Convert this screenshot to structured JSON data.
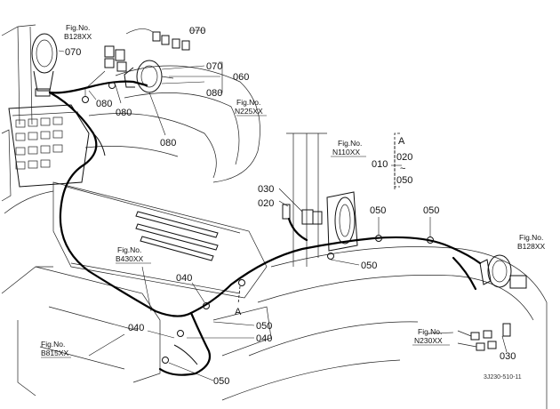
{
  "part_labels": {
    "p070_a": "070",
    "p070_b": "070",
    "p070_c": "070",
    "p060": "060",
    "p080_a": "080",
    "p080_b": "080",
    "p080_c": "080",
    "p080_d": "080",
    "p010": "010",
    "p020_a": "020",
    "p020_b": "020",
    "p030_a": "030",
    "p030_b": "030",
    "p040_a": "040",
    "p040_b": "040",
    "p040_c": "040",
    "p050_a": "050",
    "p050_b": "050",
    "p050_c": "050",
    "p050_d": "050",
    "p050_e": "050",
    "p050_f": "050",
    "a_top": "A",
    "a_bottom": "A",
    "tilde": "~"
  },
  "fig_refs": {
    "b128_top": {
      "line1": "Fig.No.",
      "line2": "B128XX"
    },
    "n225": {
      "line1": "Fig.No.",
      "line2": "N225XX"
    },
    "n110": {
      "line1": "Fig.No.",
      "line2": "N110XX"
    },
    "b430": {
      "line1": "Fig.No.",
      "line2": "B430XX"
    },
    "b815": {
      "line1": "Fig.No.",
      "line2": "B815XX"
    },
    "b128_right": {
      "line1": "Fig.No.",
      "line2": "B128XX"
    },
    "n230": {
      "line1": "Fig.No.",
      "line2": "N230XX"
    }
  },
  "drawing_code": "3J230-510-11"
}
